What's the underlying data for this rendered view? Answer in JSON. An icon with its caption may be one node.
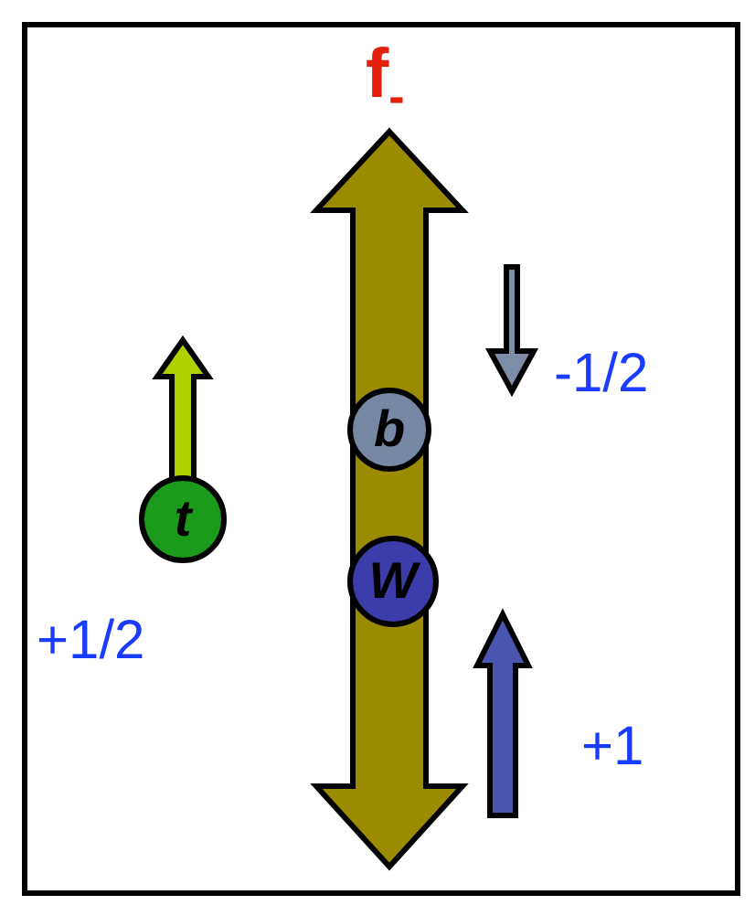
{
  "diagram": {
    "title": "f$_{-}$",
    "nodes": [
      {
        "text": [
          "b"
        ]
      },
      {
        "text": [
          "t"
        ]
      },
      {
        "text": [
          "W"
        ]
      }
    ],
    "labels": [
      "-1/2",
      "+1/2",
      "+1"
    ]
  }
}
